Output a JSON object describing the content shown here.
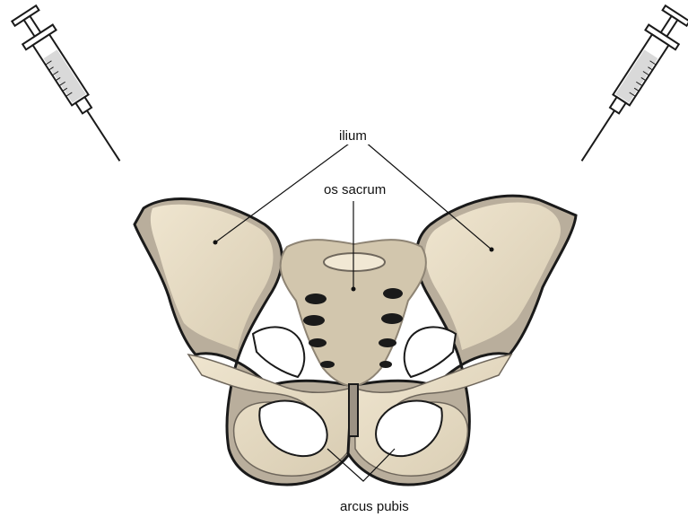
{
  "labels": {
    "ilium": "ilium",
    "os_sacrum": "os sacrum",
    "arcus_pubis": "arcus pubis"
  },
  "colors": {
    "bone": "#e8dcc4",
    "bone_shadow": "#9c9284",
    "bone_dark": "#6f675c",
    "outline": "#1a1a1a",
    "leader": "#111111",
    "syringe_fluid": "#d9d9d9"
  },
  "icons": [
    "syringe-icon",
    "syringe-icon"
  ]
}
